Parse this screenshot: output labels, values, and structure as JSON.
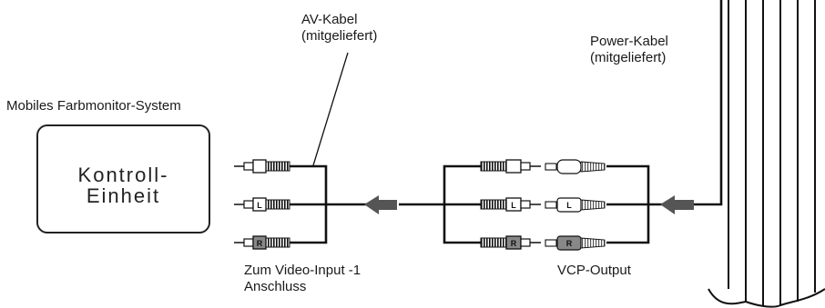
{
  "labels": {
    "system": "Mobiles Farbmonitor-System",
    "unit_line1": "Kontroll-",
    "unit_line2": "Einheit",
    "av_cable_line1": "AV-Kabel",
    "av_cable_line2": "(mitgeliefert)",
    "power_cable_line1": "Power-Kabel",
    "power_cable_line2": "(mitgeliefert)",
    "video_input_line1": "Zum Video-Input -1",
    "video_input_line2": "Anschluss",
    "vcp_output": "VCP-Output"
  },
  "plugs": {
    "left": "L",
    "right": "R"
  },
  "colors": {
    "line": "#111111",
    "arrow": "#555555",
    "plug_right_band": "#888888"
  }
}
